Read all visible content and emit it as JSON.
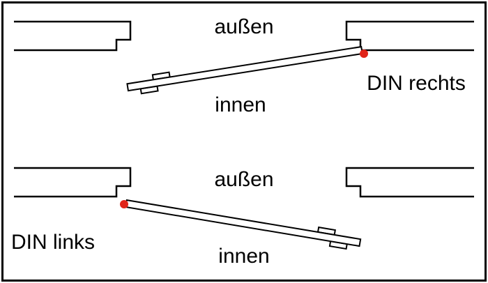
{
  "diagram": {
    "top_section": {
      "outside_label": "außen",
      "inside_label": "innen",
      "handing_label": "DIN rechts"
    },
    "bottom_section": {
      "outside_label": "außen",
      "inside_label": "innen",
      "handing_label": "DIN links"
    }
  },
  "colors": {
    "line": "#000000",
    "hinge_dot": "#e02419",
    "background": "#ffffff"
  }
}
